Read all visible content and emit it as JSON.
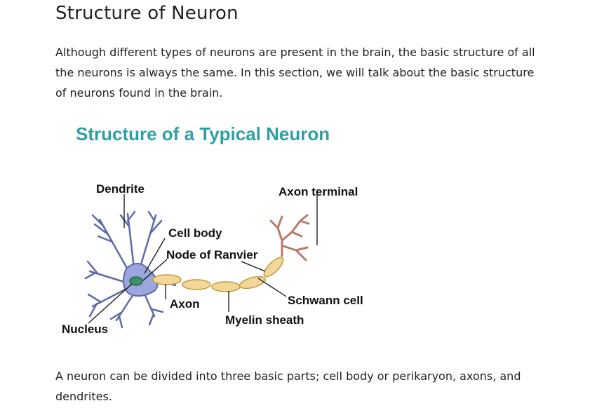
{
  "article": {
    "heading": "Structure of Neuron",
    "intro": "Although different types of neurons are present in the brain, the basic structure of all the neurons is always the same. In this section, we will talk about the basic structure of neurons found in the brain.",
    "outro": "A neuron can be divided into three basic parts; cell body or perikaryon, axons, and dendrites."
  },
  "figure": {
    "title": "Structure of a Typical Neuron",
    "labels": {
      "dendrite": "Dendrite",
      "axon_terminal": "Axon terminal",
      "cell_body": "Cell body",
      "node_of_ranvier": "Node of Ranvier",
      "axon": "Axon",
      "schwann_cell": "Schwann cell",
      "myelin_sheath": "Myelin sheath",
      "nucleus": "Nucleus"
    },
    "colors": {
      "title": "#2f9fa5",
      "soma": "#9aa6dc",
      "nucleus": "#3d8f6e",
      "myelin": "#f2d79a",
      "terminal": "#d8a88c"
    }
  }
}
